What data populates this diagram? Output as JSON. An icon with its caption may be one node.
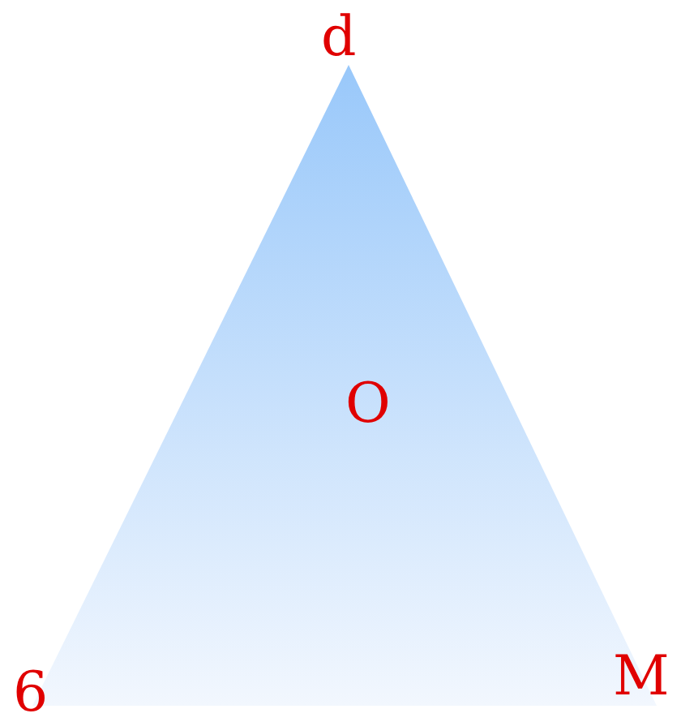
{
  "diagram": {
    "nodes": [
      {
        "text": [
          "O"
        ]
      }
    ],
    "labels": [
      "d",
      "6",
      "M"
    ]
  }
}
